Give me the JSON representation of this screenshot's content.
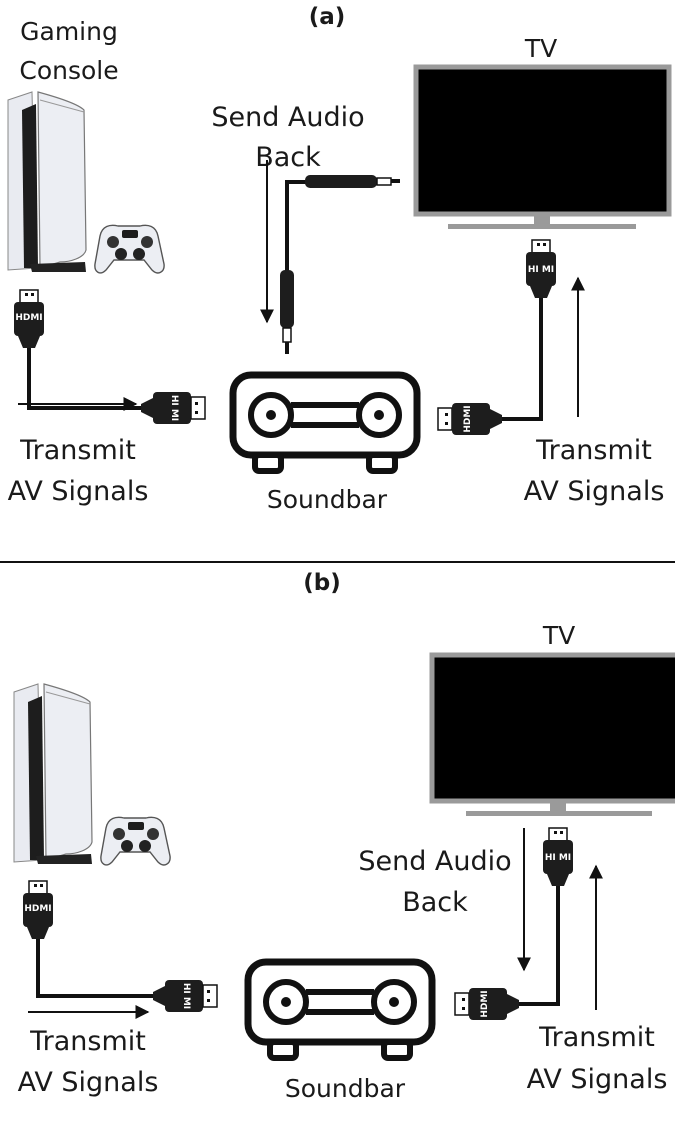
{
  "panel_a": {
    "title": "(a)",
    "console_label": [
      "Gaming",
      "Console"
    ],
    "tv_label": "TV",
    "send_audio": [
      "Send Audio",
      "Back"
    ],
    "transmit_left": [
      "Transmit",
      "AV Signals"
    ],
    "transmit_right": [
      "Transmit",
      "AV Signals"
    ],
    "soundbar_label": "Soundbar"
  },
  "panel_b": {
    "title": "(b)",
    "tv_label": "TV",
    "send_audio": [
      "Send Audio",
      "Back"
    ],
    "transmit_left": [
      "Transmit",
      "AV Signals"
    ],
    "transmit_right": [
      "Transmit",
      "AV Signals"
    ],
    "soundbar_label": "Soundbar"
  },
  "connector": {
    "hdmi_text": "HDMI",
    "hdmi_text_broken": "HI MI"
  },
  "colors": {
    "tv_frame": "#9a9a9a",
    "tv_screen": "#000000",
    "cable": "#111111",
    "console_white": "#eceef3",
    "console_black": "#1d1d1d"
  }
}
